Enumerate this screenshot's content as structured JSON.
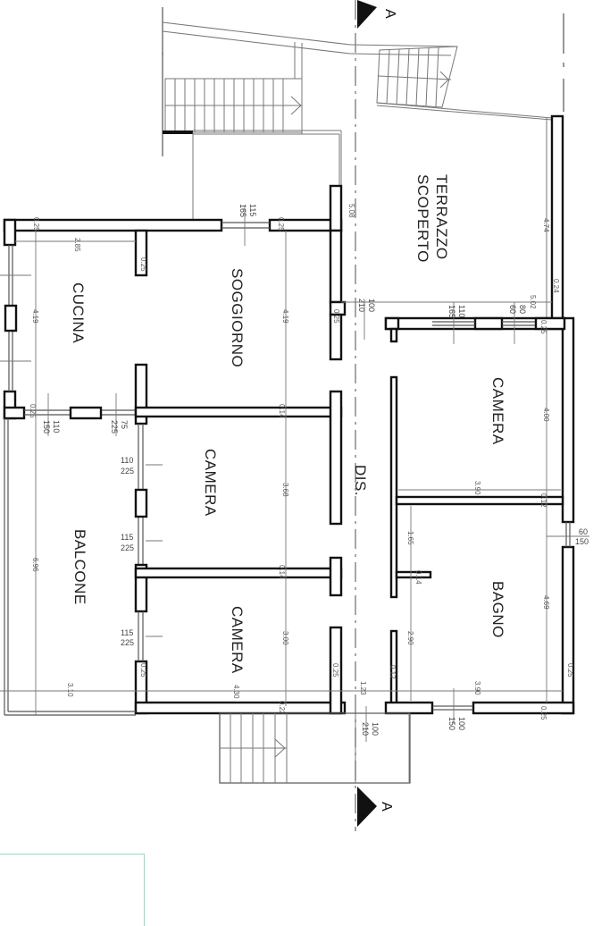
{
  "drawing": {
    "section_marker": "A",
    "colors": {
      "walls": "#111111",
      "dimensions": "#777777",
      "frame": "#8fdcc0"
    }
  },
  "rooms": {
    "cucina": "CUCINA",
    "soggiorno": "SOGGIORNO",
    "terrazzo_line1": "TERRAZZO",
    "terrazzo_line2": "SCOPERTO",
    "camera_1": "CAMERA",
    "camera_2": "CAMERA",
    "camera_3": "CAMERA",
    "bagno": "BAGNO",
    "balcone": "BALCONE",
    "dis": "DIS."
  },
  "dimensions": {
    "cucina_width": "2.85",
    "cucina_length": "4.19",
    "soggiorno_length": "4.19",
    "terrazzo_left": "5.08",
    "terrazzo_right": "4.74",
    "terrazzo_width": "5.02",
    "terrazzo_wall": "0.24",
    "camera_right_length": "4.00",
    "camera_right_width": "3.90",
    "bagno_length": "4.69",
    "bagno_width": "3.90",
    "bagno_partition_a": "1.65",
    "bagno_partition_b": "2.90",
    "camera_mid_length": "3.68",
    "camera_low_length": "3.00",
    "camera_low_width": "4.30",
    "balcone_length": "6.96",
    "balcone_width": "3.10",
    "dis_width": "1.23",
    "wall_025": "0.25",
    "wall_014": "0.14",
    "wall_012": "0.12",
    "wall_022": "0.22"
  },
  "openings": {
    "soggiorno_top": [
      "115",
      "165"
    ],
    "terrazzo_door": [
      "100",
      "210"
    ],
    "terrazzo_window_a": [
      "110",
      "165"
    ],
    "terrazzo_window_b": [
      "80",
      "60"
    ],
    "cucina_balcony_a": [
      "110",
      "150"
    ],
    "cucina_balcony_b": [
      "75",
      "225"
    ],
    "camera_mid_a": [
      "110",
      "225"
    ],
    "camera_mid_b": [
      "115",
      "225"
    ],
    "camera_low": [
      "115",
      "225"
    ],
    "bagno_side": [
      "60",
      "150"
    ],
    "bagno_bottom": [
      "100",
      "150"
    ],
    "entrance": [
      "100",
      "210"
    ]
  }
}
